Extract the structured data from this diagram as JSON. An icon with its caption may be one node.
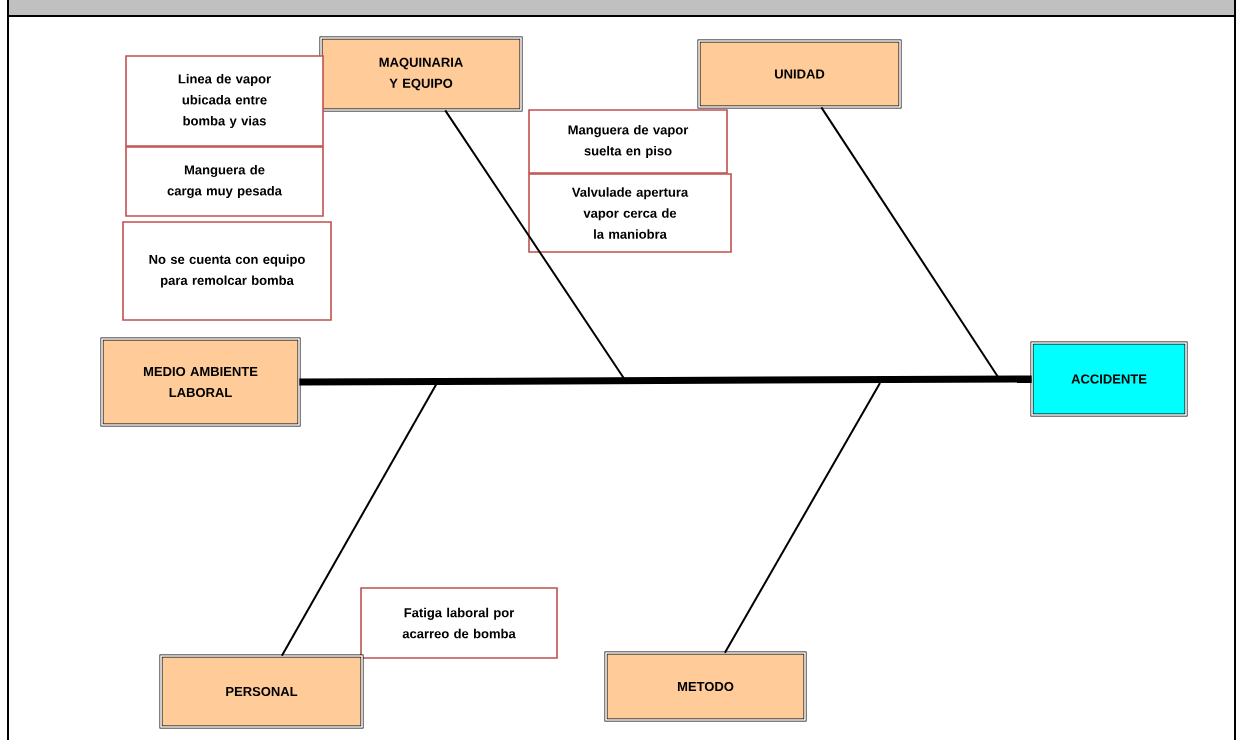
{
  "diagram": {
    "nodes": [
      {
        "text": [
          "MAQUINARIA Y EQUIPO"
        ]
      },
      {
        "text": [
          "UNIDAD"
        ]
      },
      {
        "text": [
          "Linea de vapor ubicada entre bomba y vias"
        ]
      },
      {
        "text": [
          "Manguera de carga muy pesada"
        ]
      },
      {
        "text": [
          "Manguera de vapor suelta en piso"
        ]
      },
      {
        "text": [
          "Valvulade apertura vapor cerca de la maniobra"
        ]
      },
      {
        "text": [
          "No se cuenta con equipo para remolcar bomba"
        ]
      },
      {
        "text": [
          "MEDIO AMBIENTE LABORAL"
        ]
      },
      {
        "text": [
          "ACCIDENTE"
        ]
      },
      {
        "text": [
          "Fatiga laboral por acarreo de bomba"
        ]
      },
      {
        "text": [
          "PERSONAL"
        ]
      },
      {
        "text": [
          "METODO"
        ]
      }
    ],
    "edges": [
      {
        "from": 7,
        "to": 8,
        "arrow": "none",
        "style": "thick"
      },
      {
        "from": 0,
        "to": null,
        "arrow": "none"
      },
      {
        "from": 1,
        "to": null,
        "arrow": "none"
      },
      {
        "from": 10,
        "to": null,
        "arrow": "none"
      },
      {
        "from": 11,
        "to": null,
        "arrow": "none"
      }
    ]
  }
}
